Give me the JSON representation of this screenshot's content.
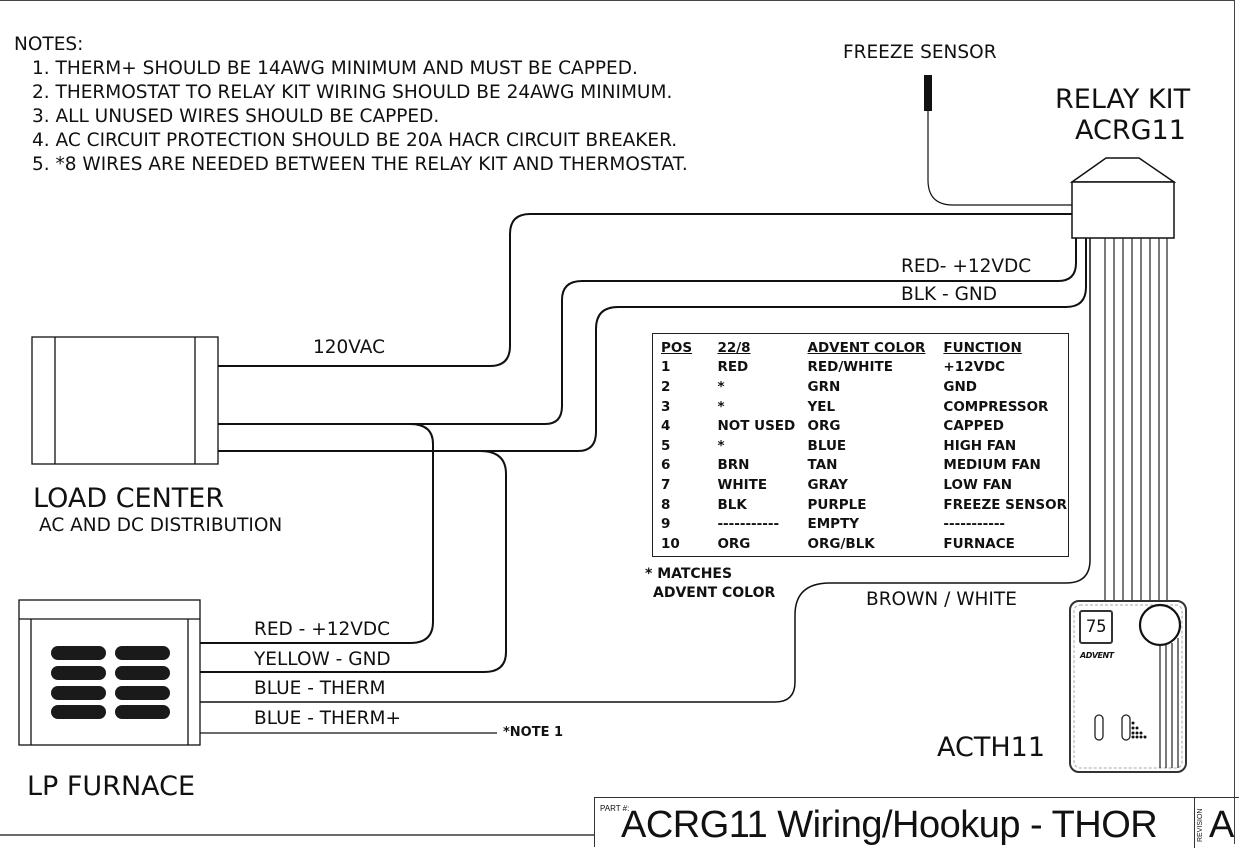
{
  "notes": {
    "header": "NOTES:",
    "items": [
      "1. THERM+ SHOULD BE 14AWG MINIMUM AND MUST BE CAPPED.",
      "2. THERMOSTAT TO RELAY KIT WIRING SHOULD BE 24AWG MINIMUM.",
      "3. ALL UNUSED WIRES SHOULD BE CAPPED.",
      "4. AC CIRCUIT PROTECTION SHOULD BE 20A HACR CIRCUIT BREAKER.",
      "5. *8 WIRES ARE NEEDED BETWEEN THE RELAY KIT AND THERMOSTAT."
    ]
  },
  "components": {
    "freeze_sensor": "FREEZE SENSOR",
    "relay_kit_line1": "RELAY KIT",
    "relay_kit_line2": "ACRG11",
    "load_center": "LOAD CENTER",
    "load_center_sub": "AC AND DC DISTRIBUTION",
    "lp_furnace": "LP FURNACE",
    "thermostat": "ACTH11",
    "thermostat_display": "75",
    "thermostat_brand": "ADVENT"
  },
  "wire_labels": {
    "ac_power": "120VAC",
    "relay_red": "RED- +12VDC",
    "relay_blk": "BLK - GND",
    "furnace_red": "RED - +12VDC",
    "furnace_yellow": "YELLOW - GND",
    "furnace_blue_therm": "BLUE - THERM",
    "furnace_blue_therm_plus": "BLUE - THERM+",
    "note1_ref": "*NOTE 1",
    "brown_white": "BROWN / WHITE"
  },
  "wire_table": {
    "headers": [
      "POS",
      "22/8",
      "ADVENT COLOR",
      "FUNCTION"
    ],
    "rows": [
      [
        "1",
        "RED",
        "RED/WHITE",
        "+12VDC"
      ],
      [
        "2",
        "*",
        "GRN",
        "GND"
      ],
      [
        "3",
        "*",
        "YEL",
        "COMPRESSOR"
      ],
      [
        "4",
        "NOT USED",
        "ORG",
        "CAPPED"
      ],
      [
        "5",
        "*",
        "BLUE",
        "HIGH FAN"
      ],
      [
        "6",
        "BRN",
        "TAN",
        "MEDIUM FAN"
      ],
      [
        "7",
        "WHITE",
        "GRAY",
        "LOW FAN"
      ],
      [
        "8",
        "BLK",
        "PURPLE",
        "FREEZE SENSOR"
      ],
      [
        "9",
        "-----------",
        "EMPTY",
        "-----------"
      ],
      [
        "10",
        "ORG",
        "ORG/BLK",
        "FURNACE"
      ]
    ],
    "footnote_line1": "* MATCHES",
    "footnote_line2": "ADVENT COLOR"
  },
  "title_block": {
    "part_label": "PART #:",
    "title": "ACRG11 Wiring/Hookup - THOR",
    "revision_label": "REVISION",
    "revision": "A"
  }
}
